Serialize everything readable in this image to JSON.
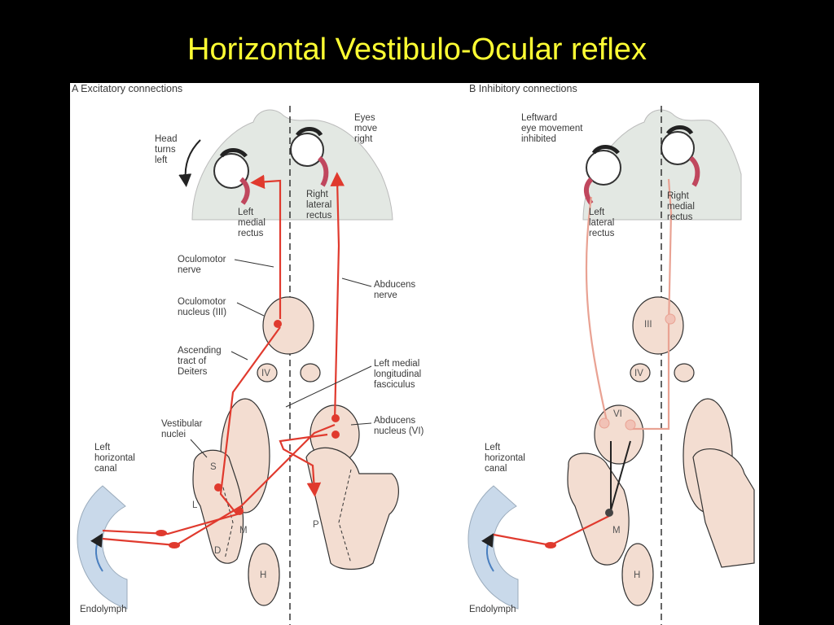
{
  "slide": {
    "title": "Horizontal Vestibulo-Ocular reflex"
  },
  "panel_a": {
    "heading": "A  Excitatory connections",
    "head_turn": [
      "Head",
      "turns",
      "left"
    ],
    "eyes_move": [
      "Eyes",
      "move",
      "right"
    ],
    "left_medial_rectus": [
      "Left",
      "medial",
      "rectus"
    ],
    "right_lateral_rectus": [
      "Right",
      "lateral",
      "rectus"
    ],
    "oculomotor_nerve": [
      "Oculomotor",
      "nerve"
    ],
    "oculomotor_nucleus": [
      "Oculomotor",
      "nucleus (III)"
    ],
    "ascending_tract": [
      "Ascending",
      "tract of",
      "Deiters"
    ],
    "vestibular_nuclei": [
      "Vestibular",
      "nuclei"
    ],
    "horizontal_canal": [
      "Left",
      "horizontal",
      "canal"
    ],
    "abducens_nerve": [
      "Abducens",
      "nerve"
    ],
    "mlf": [
      "Left medial",
      "longitudinal",
      "fasciculus"
    ],
    "abducens_nucleus": [
      "Abducens",
      "nucleus (VI)"
    ],
    "nucleus_iv": "IV",
    "s": "S",
    "l": "L",
    "m": "M",
    "d": "D",
    "p": "P",
    "h": "H",
    "endolymph": "Endolymph"
  },
  "panel_b": {
    "heading": "B  Inhibitory connections",
    "inhibited": [
      "Leftward",
      "eye movement",
      "inhibited"
    ],
    "left_lateral_rectus": [
      "Left",
      "lateral",
      "rectus"
    ],
    "right_medial_rectus": [
      "Right",
      "medial",
      "rectus"
    ],
    "nucleus_iii": "III",
    "nucleus_iv": "IV",
    "nucleus_vi": "VI",
    "horizontal_canal": [
      "Left",
      "horizontal",
      "canal"
    ],
    "m": "M",
    "h": "H",
    "endolymph": "Endolymph"
  },
  "colors": {
    "excitatory": "#e03a2e",
    "inhibitory": "#e9a293",
    "tissue": "#f3ddd1",
    "head": "#e3e8e3",
    "canal": "#c9d9ea",
    "title": "#ffff33"
  }
}
